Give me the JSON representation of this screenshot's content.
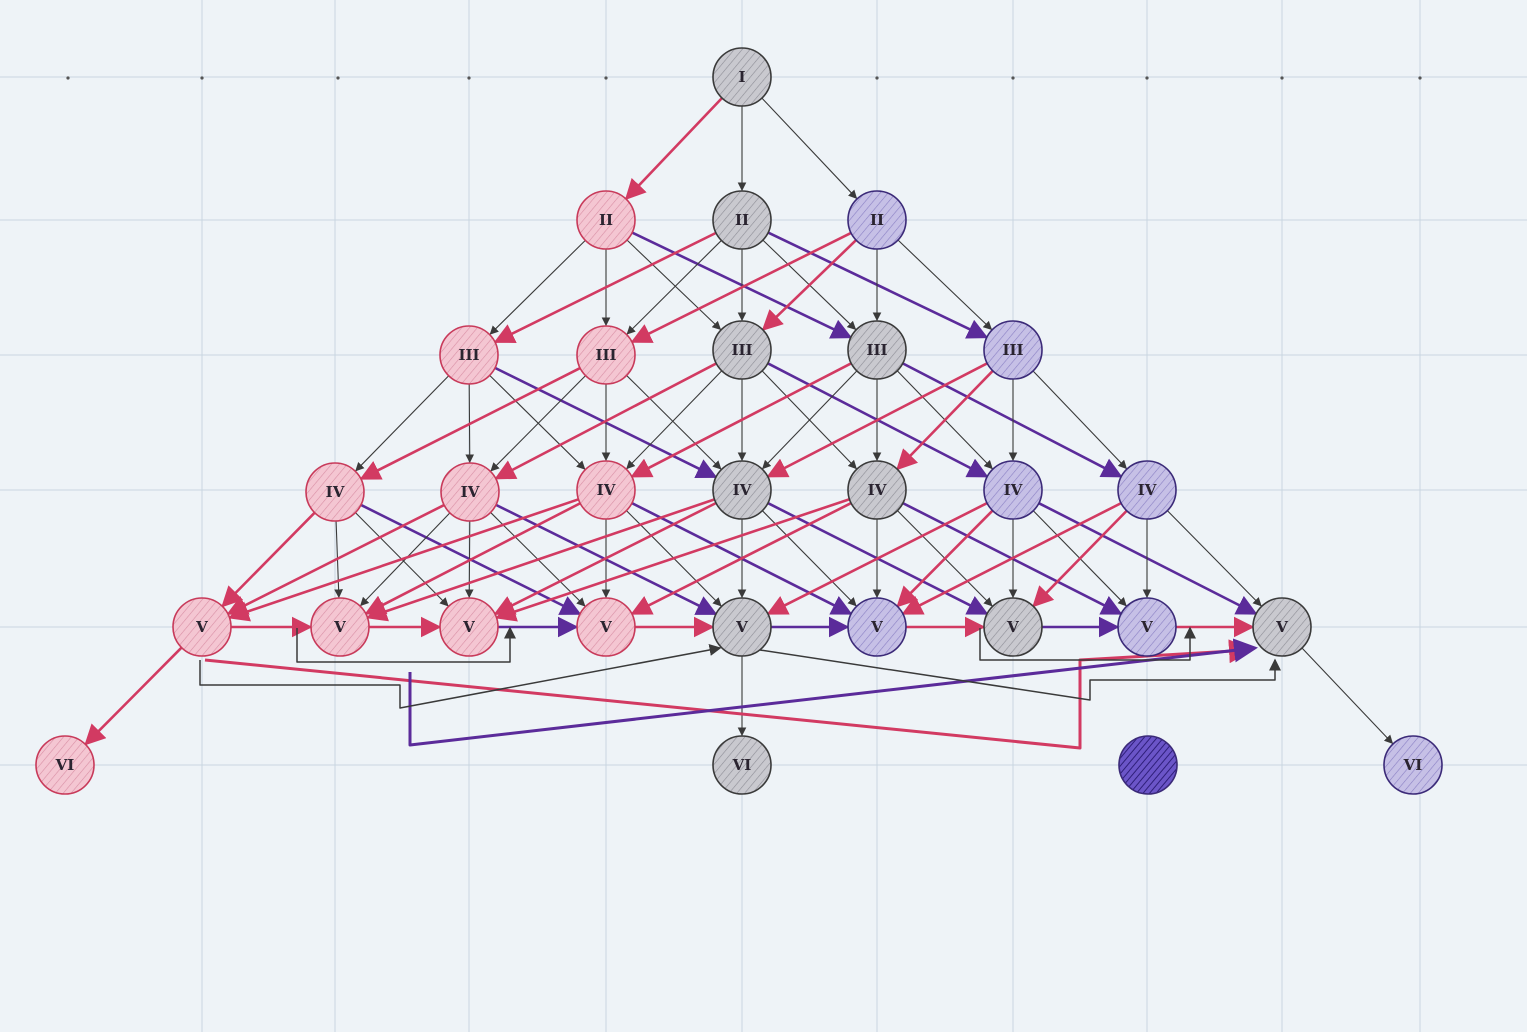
{
  "colors": {
    "paper": "#eef3f7",
    "red_edge": "#d23a62",
    "purple_edge": "#5b2b9a",
    "black_edge": "#3a3a3a",
    "red_fill": "#f4c6d2",
    "red_stroke": "#c83a5a",
    "gray_fill": "#c9c9cf",
    "gray_stroke": "#3a3a3a",
    "purple_fill": "#c6c0e6",
    "purple_stroke": "#3b2a78",
    "dark_purple_fill": "#4a33a6"
  },
  "nodes": [
    {
      "id": "n1",
      "label": "I",
      "tone": "gray"
    },
    {
      "id": "n2a",
      "label": "II",
      "tone": "red"
    },
    {
      "id": "n2b",
      "label": "II",
      "tone": "gray"
    },
    {
      "id": "n2c",
      "label": "II",
      "tone": "purple"
    },
    {
      "id": "n3a",
      "label": "III",
      "tone": "red"
    },
    {
      "id": "n3b",
      "label": "III",
      "tone": "red"
    },
    {
      "id": "n3c",
      "label": "III",
      "tone": "gray"
    },
    {
      "id": "n3d",
      "label": "III",
      "tone": "gray"
    },
    {
      "id": "n3e",
      "label": "III",
      "tone": "purple"
    },
    {
      "id": "n4a",
      "label": "IV",
      "tone": "red"
    },
    {
      "id": "n4b",
      "label": "IV",
      "tone": "red"
    },
    {
      "id": "n4c",
      "label": "IV",
      "tone": "red"
    },
    {
      "id": "n4d",
      "label": "IV",
      "tone": "gray"
    },
    {
      "id": "n4e",
      "label": "IV",
      "tone": "gray"
    },
    {
      "id": "n4f",
      "label": "IV",
      "tone": "purple"
    },
    {
      "id": "n4g",
      "label": "IV",
      "tone": "purple"
    },
    {
      "id": "n5a",
      "label": "V",
      "tone": "red"
    },
    {
      "id": "n5b",
      "label": "V",
      "tone": "red"
    },
    {
      "id": "n5c",
      "label": "V",
      "tone": "red"
    },
    {
      "id": "n5d",
      "label": "V",
      "tone": "red"
    },
    {
      "id": "n5e",
      "label": "V",
      "tone": "gray"
    },
    {
      "id": "n5f",
      "label": "V",
      "tone": "purple"
    },
    {
      "id": "n5g",
      "label": "V",
      "tone": "gray"
    },
    {
      "id": "n5h",
      "label": "V",
      "tone": "purple"
    },
    {
      "id": "n5i",
      "label": "V",
      "tone": "gray"
    },
    {
      "id": "n6a",
      "label": "VI",
      "tone": "red"
    },
    {
      "id": "n6b",
      "label": "VI",
      "tone": "gray"
    },
    {
      "id": "n6c",
      "label": "",
      "tone": "dark"
    },
    {
      "id": "n6d",
      "label": "VI",
      "tone": "purple"
    }
  ],
  "edges": [
    {
      "from": "n1",
      "to": "n2a",
      "color": "red"
    },
    {
      "from": "n1",
      "to": "n2b",
      "color": "black"
    },
    {
      "from": "n1",
      "to": "n2c",
      "color": "black"
    },
    {
      "from": "n2a",
      "to": "n3a",
      "color": "black"
    },
    {
      "from": "n2a",
      "to": "n3b",
      "color": "black"
    },
    {
      "from": "n2a",
      "to": "n3c",
      "color": "black"
    },
    {
      "from": "n2a",
      "to": "n3d",
      "color": "purple"
    },
    {
      "from": "n2b",
      "to": "n3a",
      "color": "red"
    },
    {
      "from": "n2b",
      "to": "n3b",
      "color": "black"
    },
    {
      "from": "n2b",
      "to": "n3c",
      "color": "black"
    },
    {
      "from": "n2b",
      "to": "n3d",
      "color": "black"
    },
    {
      "from": "n2b",
      "to": "n3e",
      "color": "purple"
    },
    {
      "from": "n2c",
      "to": "n3b",
      "color": "red"
    },
    {
      "from": "n2c",
      "to": "n3c",
      "color": "red"
    },
    {
      "from": "n2c",
      "to": "n3d",
      "color": "black"
    },
    {
      "from": "n2c",
      "to": "n3e",
      "color": "black"
    },
    {
      "from": "n3a",
      "to": "n4a",
      "color": "black"
    },
    {
      "from": "n3a",
      "to": "n4b",
      "color": "black"
    },
    {
      "from": "n3a",
      "to": "n4c",
      "color": "black"
    },
    {
      "from": "n3a",
      "to": "n4d",
      "color": "purple"
    },
    {
      "from": "n3b",
      "to": "n4a",
      "color": "red"
    },
    {
      "from": "n3b",
      "to": "n4b",
      "color": "black"
    },
    {
      "from": "n3b",
      "to": "n4c",
      "color": "black"
    },
    {
      "from": "n3b",
      "to": "n4d",
      "color": "black"
    },
    {
      "from": "n3c",
      "to": "n4b",
      "color": "red"
    },
    {
      "from": "n3c",
      "to": "n4c",
      "color": "black"
    },
    {
      "from": "n3c",
      "to": "n4d",
      "color": "black"
    },
    {
      "from": "n3c",
      "to": "n4e",
      "color": "black"
    },
    {
      "from": "n3c",
      "to": "n4f",
      "color": "purple"
    },
    {
      "from": "n3d",
      "to": "n4c",
      "color": "red"
    },
    {
      "from": "n3d",
      "to": "n4d",
      "color": "black"
    },
    {
      "from": "n3d",
      "to": "n4e",
      "color": "black"
    },
    {
      "from": "n3d",
      "to": "n4f",
      "color": "black"
    },
    {
      "from": "n3d",
      "to": "n4g",
      "color": "purple"
    },
    {
      "from": "n3e",
      "to": "n4d",
      "color": "red"
    },
    {
      "from": "n3e",
      "to": "n4e",
      "color": "red"
    },
    {
      "from": "n3e",
      "to": "n4f",
      "color": "black"
    },
    {
      "from": "n3e",
      "to": "n4g",
      "color": "black"
    },
    {
      "from": "n4a",
      "to": "n5a",
      "color": "red"
    },
    {
      "from": "n4a",
      "to": "n5b",
      "color": "black"
    },
    {
      "from": "n4a",
      "to": "n5c",
      "color": "black"
    },
    {
      "from": "n4a",
      "to": "n5d",
      "color": "purple"
    },
    {
      "from": "n4b",
      "to": "n5a",
      "color": "red"
    },
    {
      "from": "n4b",
      "to": "n5b",
      "color": "black"
    },
    {
      "from": "n4b",
      "to": "n5c",
      "color": "black"
    },
    {
      "from": "n4b",
      "to": "n5d",
      "color": "black"
    },
    {
      "from": "n4b",
      "to": "n5e",
      "color": "purple"
    },
    {
      "from": "n4c",
      "to": "n5a",
      "color": "red"
    },
    {
      "from": "n4c",
      "to": "n5b",
      "color": "red"
    },
    {
      "from": "n4c",
      "to": "n5d",
      "color": "black"
    },
    {
      "from": "n4c",
      "to": "n5e",
      "color": "black"
    },
    {
      "from": "n4c",
      "to": "n5f",
      "color": "purple"
    },
    {
      "from": "n4d",
      "to": "n5b",
      "color": "red"
    },
    {
      "from": "n4d",
      "to": "n5c",
      "color": "red"
    },
    {
      "from": "n4d",
      "to": "n5e",
      "color": "black"
    },
    {
      "from": "n4d",
      "to": "n5f",
      "color": "black"
    },
    {
      "from": "n4d",
      "to": "n5g",
      "color": "purple"
    },
    {
      "from": "n4e",
      "to": "n5c",
      "color": "red"
    },
    {
      "from": "n4e",
      "to": "n5d",
      "color": "red"
    },
    {
      "from": "n4e",
      "to": "n5f",
      "color": "black"
    },
    {
      "from": "n4e",
      "to": "n5g",
      "color": "black"
    },
    {
      "from": "n4e",
      "to": "n5h",
      "color": "purple"
    },
    {
      "from": "n4f",
      "to": "n5e",
      "color": "red"
    },
    {
      "from": "n4f",
      "to": "n5f",
      "color": "red"
    },
    {
      "from": "n4f",
      "to": "n5g",
      "color": "black"
    },
    {
      "from": "n4f",
      "to": "n5h",
      "color": "black"
    },
    {
      "from": "n4f",
      "to": "n5i",
      "color": "purple"
    },
    {
      "from": "n4g",
      "to": "n5f",
      "color": "red"
    },
    {
      "from": "n4g",
      "to": "n5g",
      "color": "red"
    },
    {
      "from": "n4g",
      "to": "n5h",
      "color": "black"
    },
    {
      "from": "n4g",
      "to": "n5i",
      "color": "black"
    },
    {
      "from": "n5a",
      "to": "n5b",
      "color": "red"
    },
    {
      "from": "n5b",
      "to": "n5c",
      "color": "red"
    },
    {
      "from": "n5c",
      "to": "n5d",
      "color": "purple"
    },
    {
      "from": "n5d",
      "to": "n5e",
      "color": "red"
    },
    {
      "from": "n5e",
      "to": "n5f",
      "color": "purple"
    },
    {
      "from": "n5f",
      "to": "n5g",
      "color": "red"
    },
    {
      "from": "n5g",
      "to": "n5h",
      "color": "purple"
    },
    {
      "from": "n5h",
      "to": "n5i",
      "color": "red"
    },
    {
      "from": "n5a",
      "to": "n6a",
      "color": "red"
    },
    {
      "from": "n5e",
      "to": "n6b",
      "color": "black"
    },
    {
      "from": "n5i",
      "to": "n6d",
      "color": "black"
    }
  ],
  "connectors": [
    {
      "color": "red",
      "path": "long-bottom-red"
    },
    {
      "color": "purple",
      "path": "long-bottom-purple"
    },
    {
      "color": "black",
      "path": "left-bracket"
    },
    {
      "color": "black",
      "path": "right-bracket"
    },
    {
      "color": "black",
      "path": "left-cross"
    },
    {
      "color": "black",
      "path": "right-cross"
    }
  ]
}
